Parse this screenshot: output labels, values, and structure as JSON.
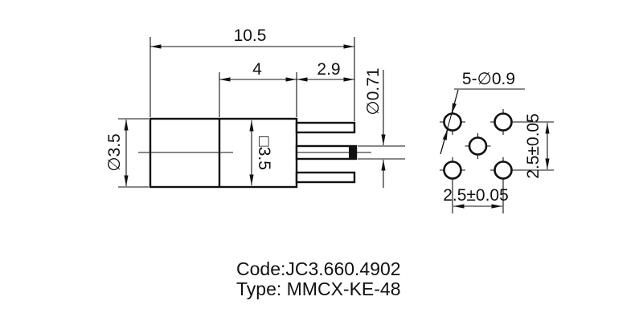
{
  "colors": {
    "ink": "#111111",
    "background": "#ffffff"
  },
  "side_view": {
    "dim_overall_length": "10.5",
    "dim_body_section_length": "4",
    "dim_pin_length": "2.9",
    "dim_pin_diameter": "∅0.71",
    "dim_body_diameter": "∅3.5",
    "dim_body_square": "□3.5"
  },
  "pin_layout": {
    "hole_callout": "5-∅0.9",
    "row_pitch": "2.5±0.05",
    "col_pitch": "2.5±0.05"
  },
  "title_block": {
    "code": "Code:JC3.660.4902",
    "type": "Type: MMCX-KE-48"
  }
}
